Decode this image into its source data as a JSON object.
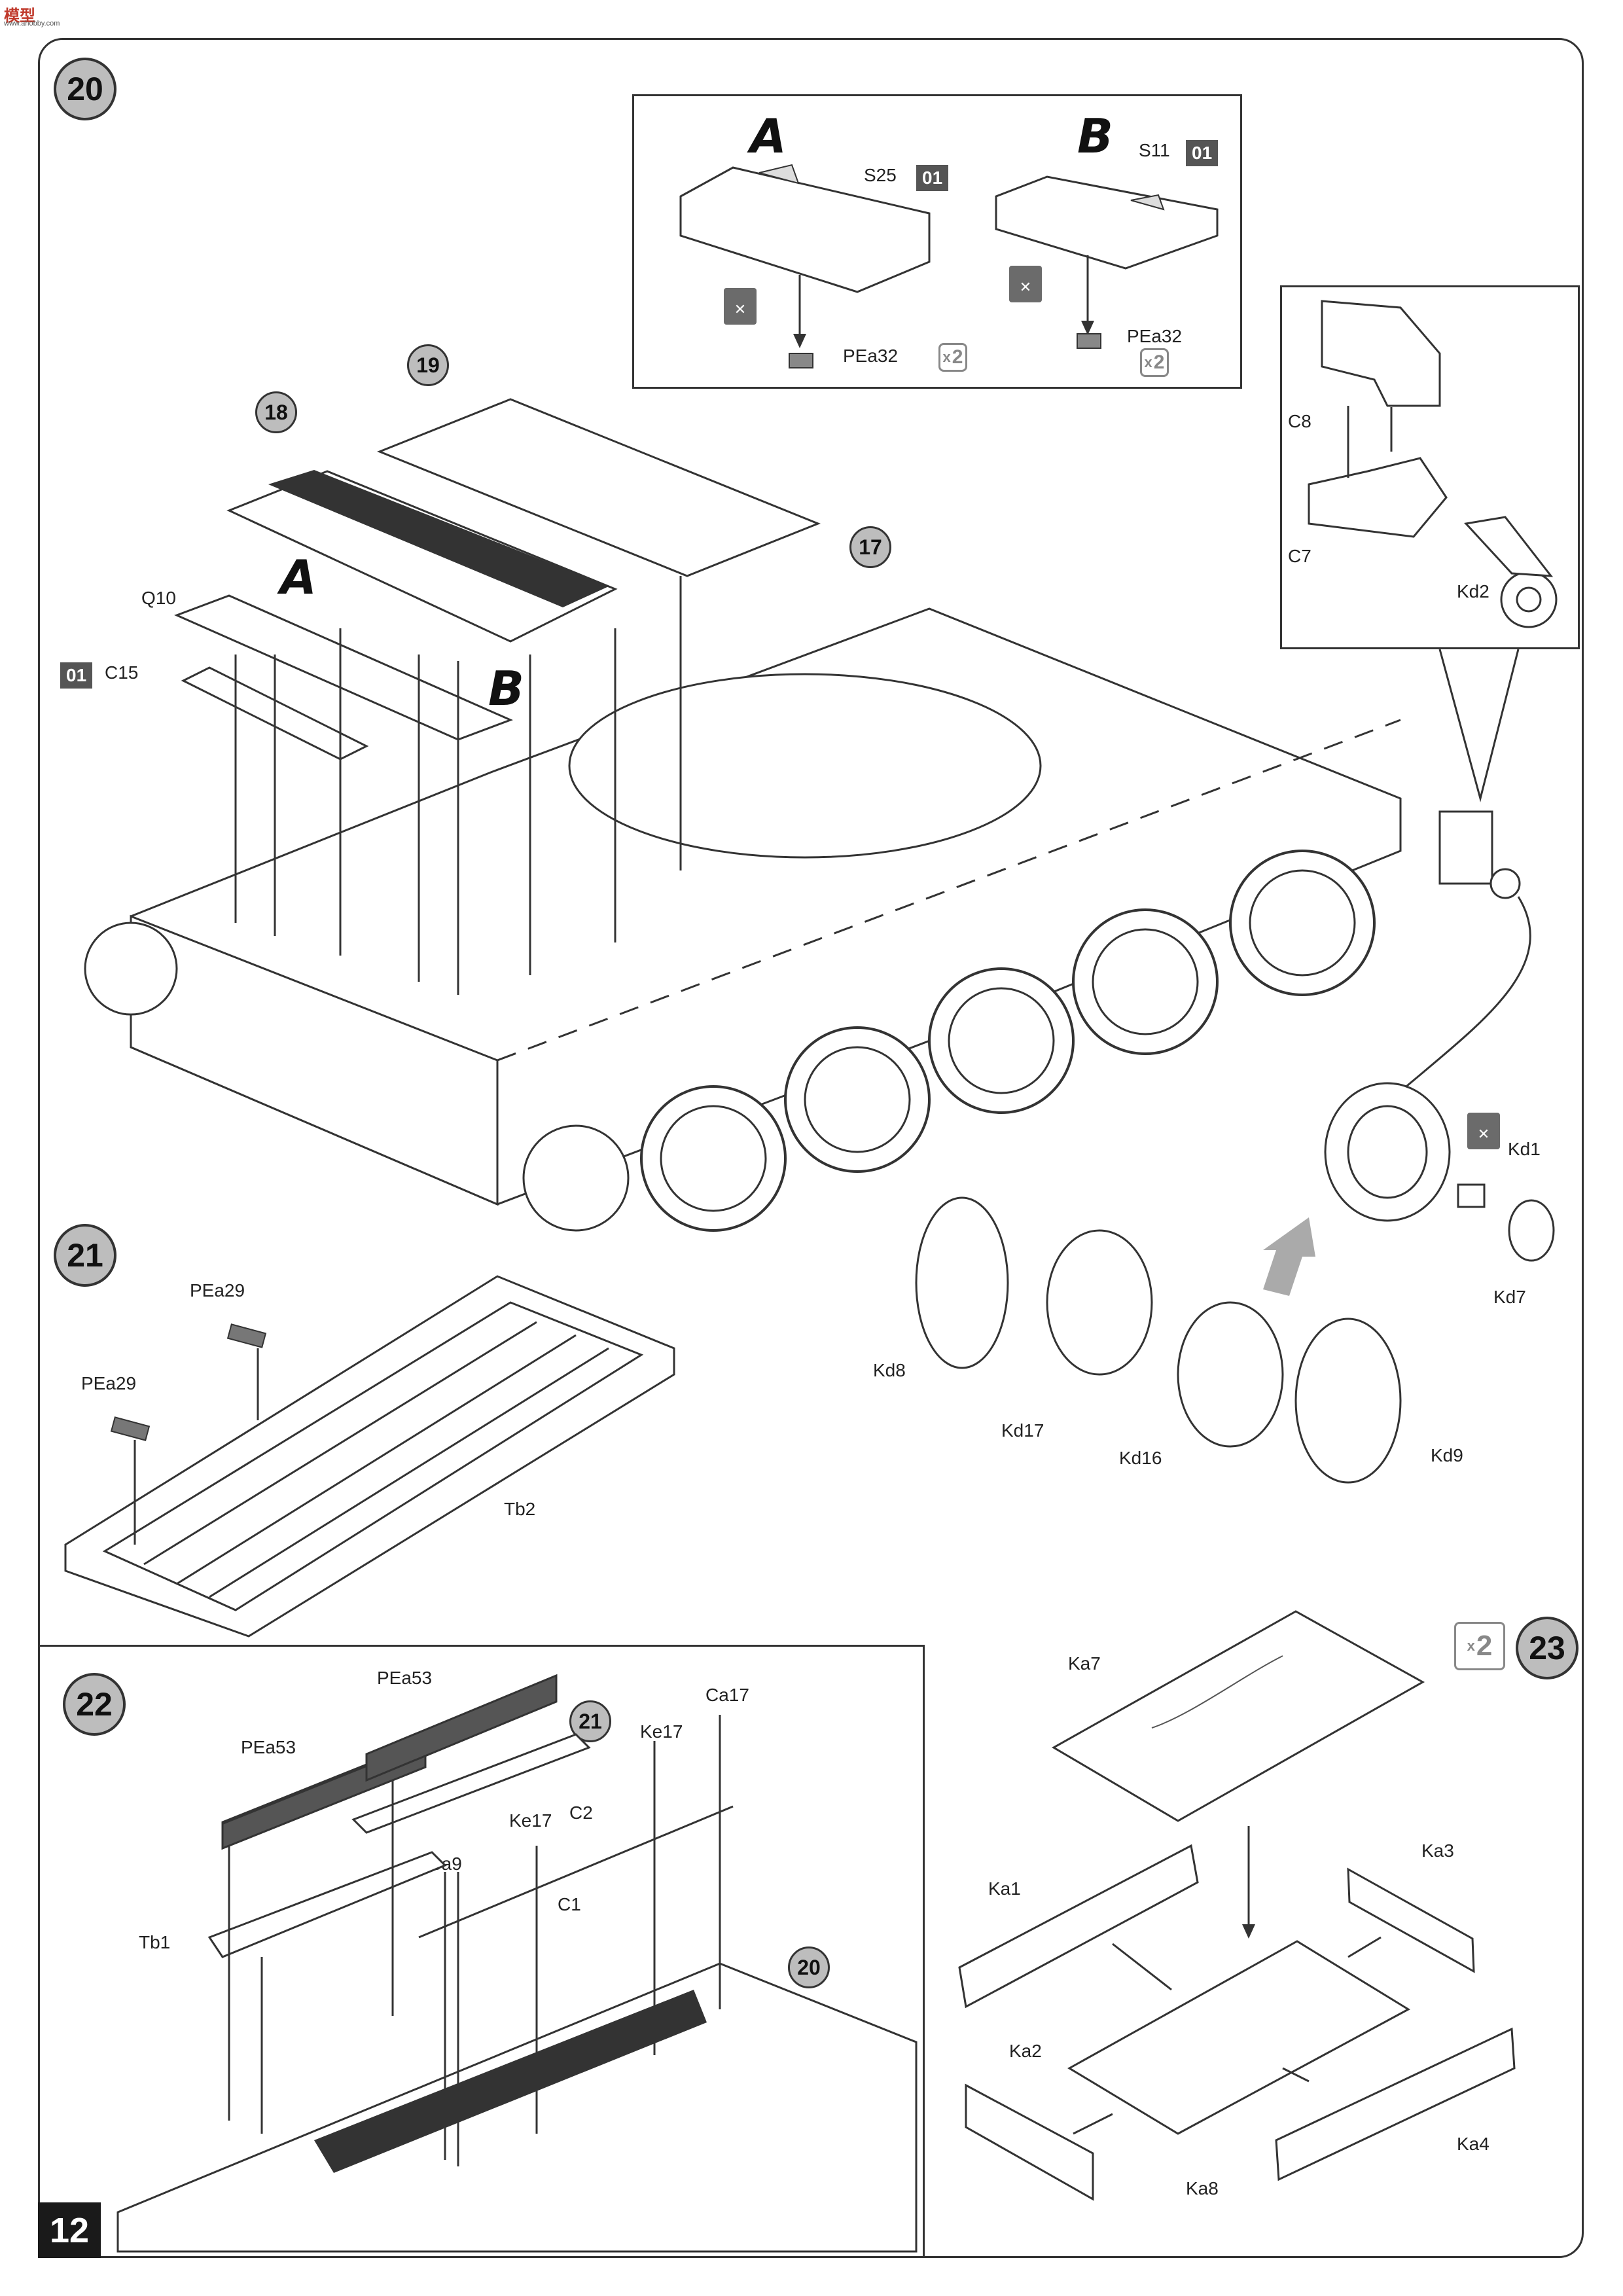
{
  "logo": {
    "text": "模型",
    "sub": "www.ahobby.com"
  },
  "page_number": "12",
  "steps": {
    "s20": "20",
    "s21": "21",
    "s22": "22",
    "s23": "23"
  },
  "refs": {
    "r18": "18",
    "r19": "19",
    "r17": "17",
    "r21": "21",
    "r20": "20"
  },
  "variants": {
    "a": "A",
    "b": "B"
  },
  "tag_01": "01",
  "multiplier": "2",
  "labels": {
    "S25": "S25",
    "S11": "S11",
    "PEa32_a": "PEa32",
    "PEa32_b": "PEa32",
    "C8": "C8",
    "C7": "C7",
    "Kd2": "Kd2",
    "Q10": "Q10",
    "C15": "C15",
    "Kd1": "Kd1",
    "Kd7": "Kd7",
    "Kd8": "Kd8",
    "Kd17": "Kd17",
    "Kd16": "Kd16",
    "Kd9": "Kd9",
    "PEa29_top": "PEa29",
    "PEa29_bottom": "PEa29",
    "Tb2": "Tb2",
    "PEa53_top": "PEa53",
    "PEa53_left": "PEa53",
    "Ke17_top": "Ke17",
    "Ke17_mid": "Ke17",
    "Ca17": "Ca17",
    "C2": "C2",
    "C1": "C1",
    "Ba9": "Ba9",
    "Tb1": "Tb1",
    "Ka7": "Ka7",
    "Ka1": "Ka1",
    "Ka3": "Ka3",
    "Ka2": "Ka2",
    "Ka4": "Ka4",
    "Ka8": "Ka8"
  }
}
